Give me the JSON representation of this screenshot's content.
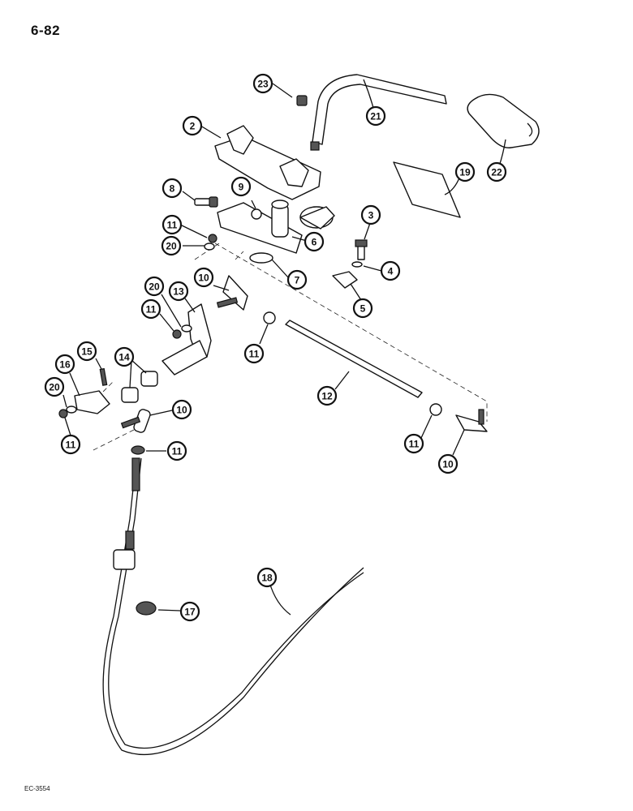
{
  "page_number": "6-82",
  "figure_code": "EC-3554",
  "callouts": [
    {
      "label": "23"
    },
    {
      "label": "21"
    },
    {
      "label": "22"
    },
    {
      "label": "2"
    },
    {
      "label": "19"
    },
    {
      "label": "8"
    },
    {
      "label": "9"
    },
    {
      "label": "3"
    },
    {
      "label": "11"
    },
    {
      "label": "20"
    },
    {
      "label": "6"
    },
    {
      "label": "4"
    },
    {
      "label": "7"
    },
    {
      "label": "10"
    },
    {
      "label": "5"
    },
    {
      "label": "20"
    },
    {
      "label": "13"
    },
    {
      "label": "11"
    },
    {
      "label": "11"
    },
    {
      "label": "15"
    },
    {
      "label": "14"
    },
    {
      "label": "16"
    },
    {
      "label": "12"
    },
    {
      "label": "20"
    },
    {
      "label": "10"
    },
    {
      "label": "11"
    },
    {
      "label": "11"
    },
    {
      "label": "11"
    },
    {
      "label": "10"
    },
    {
      "label": "18"
    },
    {
      "label": "17"
    }
  ]
}
